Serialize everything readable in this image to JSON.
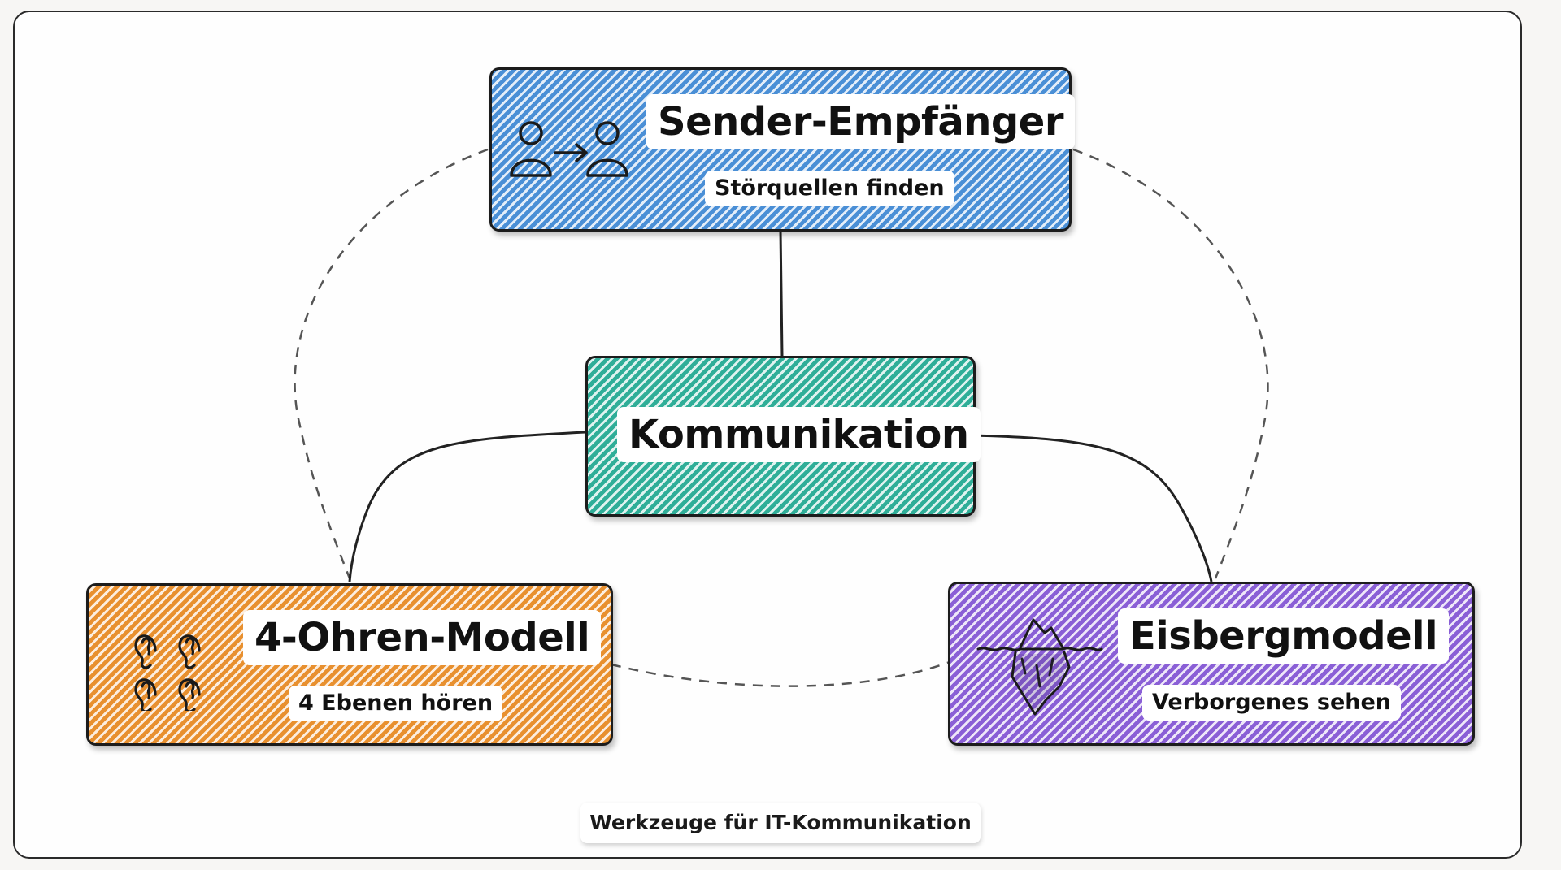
{
  "nodes": {
    "top": {
      "title": "Sender-Empfänger",
      "subtitle": "Störquellen finden",
      "icon": "sender-receiver-icon",
      "color": "#4a8fd6"
    },
    "center": {
      "title": "Kommunikation",
      "color": "#2fae98"
    },
    "left": {
      "title": "4-Ohren-Modell",
      "subtitle": "4 Ebenen hören",
      "icon": "ears-icon",
      "color": "#e8902f"
    },
    "right": {
      "title": "Eisbergmodell",
      "subtitle": "Verborgenes sehen",
      "icon": "iceberg-icon",
      "color": "#8a5fd6"
    }
  },
  "caption": "Werkzeuge für IT-Kommunikation"
}
